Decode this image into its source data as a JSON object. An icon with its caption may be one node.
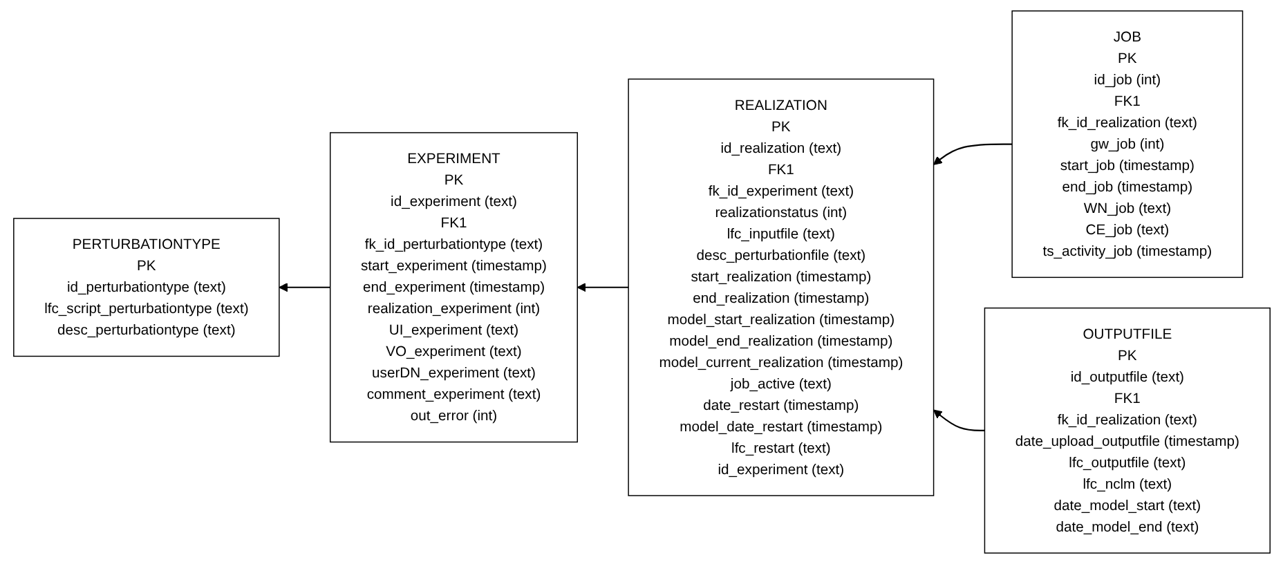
{
  "diagram": {
    "nodes": [
      {
        "text": [
          "EXPERIMENT",
          "PK",
          "id_experiment (text)",
          "FK1",
          "fk_id_perturbationtype (text)",
          "start_experiment (timestamp)",
          "end_experiment (timestamp)",
          "realization_experiment (int)",
          "UI_experiment (text)",
          "VO_experiment (text)",
          "userDN_experiment (text)",
          "comment_experiment (text)",
          "out_error (int)"
        ]
      },
      {
        "text": [
          "REALIZATION",
          "PK",
          "id_realization (text)",
          "FK1",
          "fk_id_experiment (text)",
          "realizationstatus (int)",
          "lfc_inputfile (text)",
          "desc_perturbationfile (text)",
          "start_realization (timestamp)",
          "end_realization (timestamp)",
          "model_start_realization (timestamp)",
          "model_end_realization (timestamp)",
          "model_current_realization (timestamp)",
          "job_active (text)",
          "date_restart (timestamp)",
          "model_date_restart (timestamp)",
          "lfc_restart (text)",
          "id_experiment (text)"
        ]
      },
      {
        "text": [
          "JOB",
          "PK",
          "id_job (int)",
          "FK1",
          "fk_id_realization (text)",
          "gw_job (int)",
          "start_job (timestamp)",
          "end_job (timestamp)",
          "WN_job (text)",
          "CE_job (text)",
          "ts_activity_job (timestamp)"
        ]
      },
      {
        "text": [
          "OUTPUTFILE",
          "PK",
          "id_outputfile (text)",
          "FK1",
          "fk_id_realization (text)",
          "date_upload_outputfile (timestamp)",
          "lfc_outputfile (text)",
          "lfc_nclm (text)",
          "date_model_start (text)",
          "date_model_end (text)"
        ]
      },
      {
        "text": [
          "PERTURBATIONTYPE",
          "PK",
          "id_perturbationtype (text)",
          "lfc_script_perturbationtype (text)",
          "desc_perturbationtype (text)"
        ]
      }
    ],
    "edges": [
      {
        "from": 1,
        "to": 0,
        "arrow": "to"
      },
      {
        "from": 2,
        "to": 1,
        "arrow": "to"
      },
      {
        "from": 3,
        "to": 1,
        "arrow": "to"
      },
      {
        "from": 0,
        "to": 4,
        "arrow": "to"
      }
    ]
  }
}
